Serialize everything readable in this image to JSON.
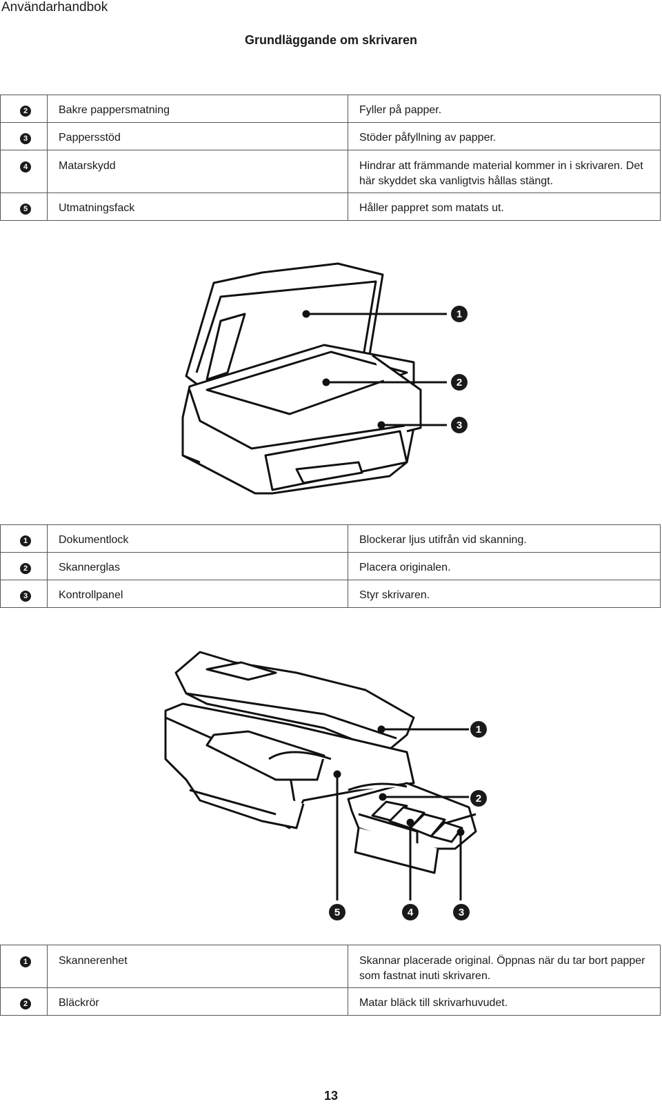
{
  "header": {
    "doc_title": "Användarhandbok"
  },
  "section_title": "Grundläggande om skrivaren",
  "table1": [
    {
      "num": "2",
      "name": "Bakre pappersmatning",
      "desc": "Fyller på papper."
    },
    {
      "num": "3",
      "name": "Pappersstöd",
      "desc": "Stöder påfyllning av papper."
    },
    {
      "num": "4",
      "name": "Matarskydd",
      "desc": "Hindrar att främmande material kommer in i skrivaren. Det här skyddet ska vanligtvis hållas stängt."
    },
    {
      "num": "5",
      "name": "Utmatningsfack",
      "desc": "Håller pappret som matats ut."
    }
  ],
  "figure1": {
    "callouts": [
      "1",
      "2",
      "3"
    ]
  },
  "table2": [
    {
      "num": "1",
      "name": "Dokumentlock",
      "desc": "Blockerar ljus utifrån vid skanning."
    },
    {
      "num": "2",
      "name": "Skannerglas",
      "desc": "Placera originalen."
    },
    {
      "num": "3",
      "name": "Kontrollpanel",
      "desc": "Styr skrivaren."
    }
  ],
  "figure2": {
    "callouts": [
      "1",
      "2",
      "3",
      "4",
      "5"
    ]
  },
  "table3": [
    {
      "num": "1",
      "name": "Skannerenhet",
      "desc": "Skannar placerade original. Öppnas när du tar bort papper som fastnat inuti skrivaren."
    },
    {
      "num": "2",
      "name": "Bläckrör",
      "desc": "Matar bläck till skrivarhuvudet."
    }
  ],
  "footer": {
    "page_number": "13"
  }
}
